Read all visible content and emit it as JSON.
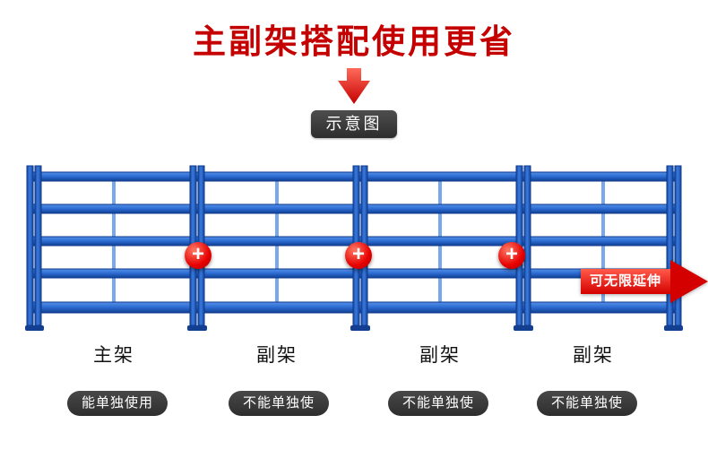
{
  "title": "主副架搭配使用更省",
  "schematic_label": "示意图",
  "extend_label": "可无限延伸",
  "icons": {
    "plus": "+"
  },
  "sections": [
    {
      "label": "主架",
      "note": "能单独使用"
    },
    {
      "label": "副架",
      "note": "不能单独使"
    },
    {
      "label": "副架",
      "note": "不能单独使"
    },
    {
      "label": "副架",
      "note": "不能单独使"
    }
  ],
  "colors": {
    "title_red": "#c40000",
    "plus_red": "#e60000",
    "arrow_red": "#d40000",
    "rack_blue": "#2b6ad0",
    "rack_blue_dark": "#123f92",
    "badge_dark": "#3a3a3a"
  }
}
